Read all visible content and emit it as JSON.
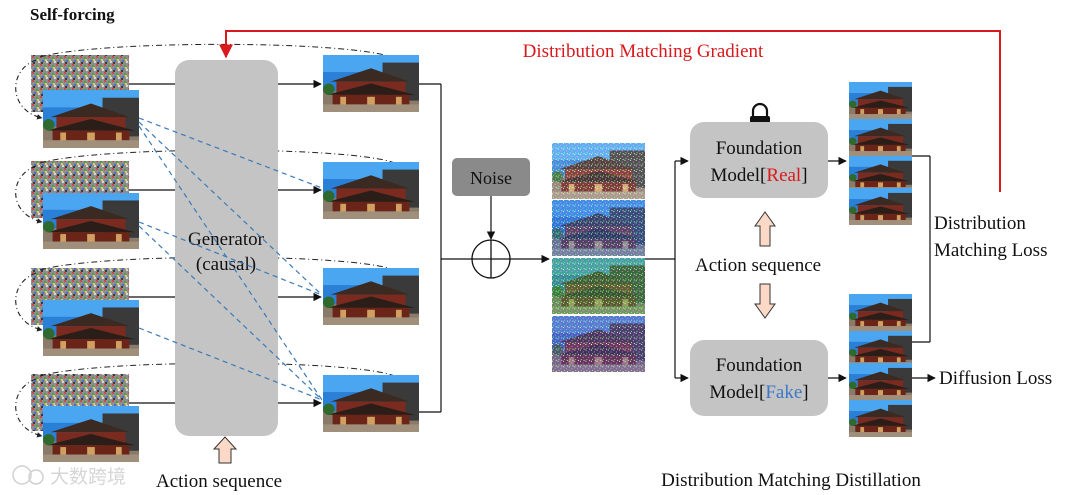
{
  "section_title": "Self-forcing",
  "generator": {
    "line1": "Generator",
    "line2": "(causal)"
  },
  "noise_label": "Noise",
  "dm_gradient": "Distribution Matching Gradient",
  "foundation_real": {
    "line1": "Foundation",
    "line2_prefix": "Model[",
    "tag": "Real",
    "line2_suffix": "]"
  },
  "foundation_fake": {
    "line1": "Foundation",
    "line2_prefix": "Model[",
    "tag": "Fake",
    "line2_suffix": "]"
  },
  "action_sequence_left": "Action sequence",
  "action_sequence_mid": "Action sequence",
  "dm_loss": {
    "line1": "Distribution",
    "line2": "Matching Loss"
  },
  "diffusion_loss": "Diffusion Loss",
  "dmd_caption": "Distribution Matching Distillation",
  "watermark": "大数跨境",
  "colors": {
    "gradient_red": "#d9191c",
    "real_red": "#d9191c",
    "fake_blue": "#3b78c8",
    "generator_gray": "#c4c4c4",
    "foundation_gray": "#c4c4c4",
    "noise_gray": "#8a8a8a",
    "dashed_blue": "#3a7ab8",
    "action_arrow_fill": "#fbd9c6"
  }
}
